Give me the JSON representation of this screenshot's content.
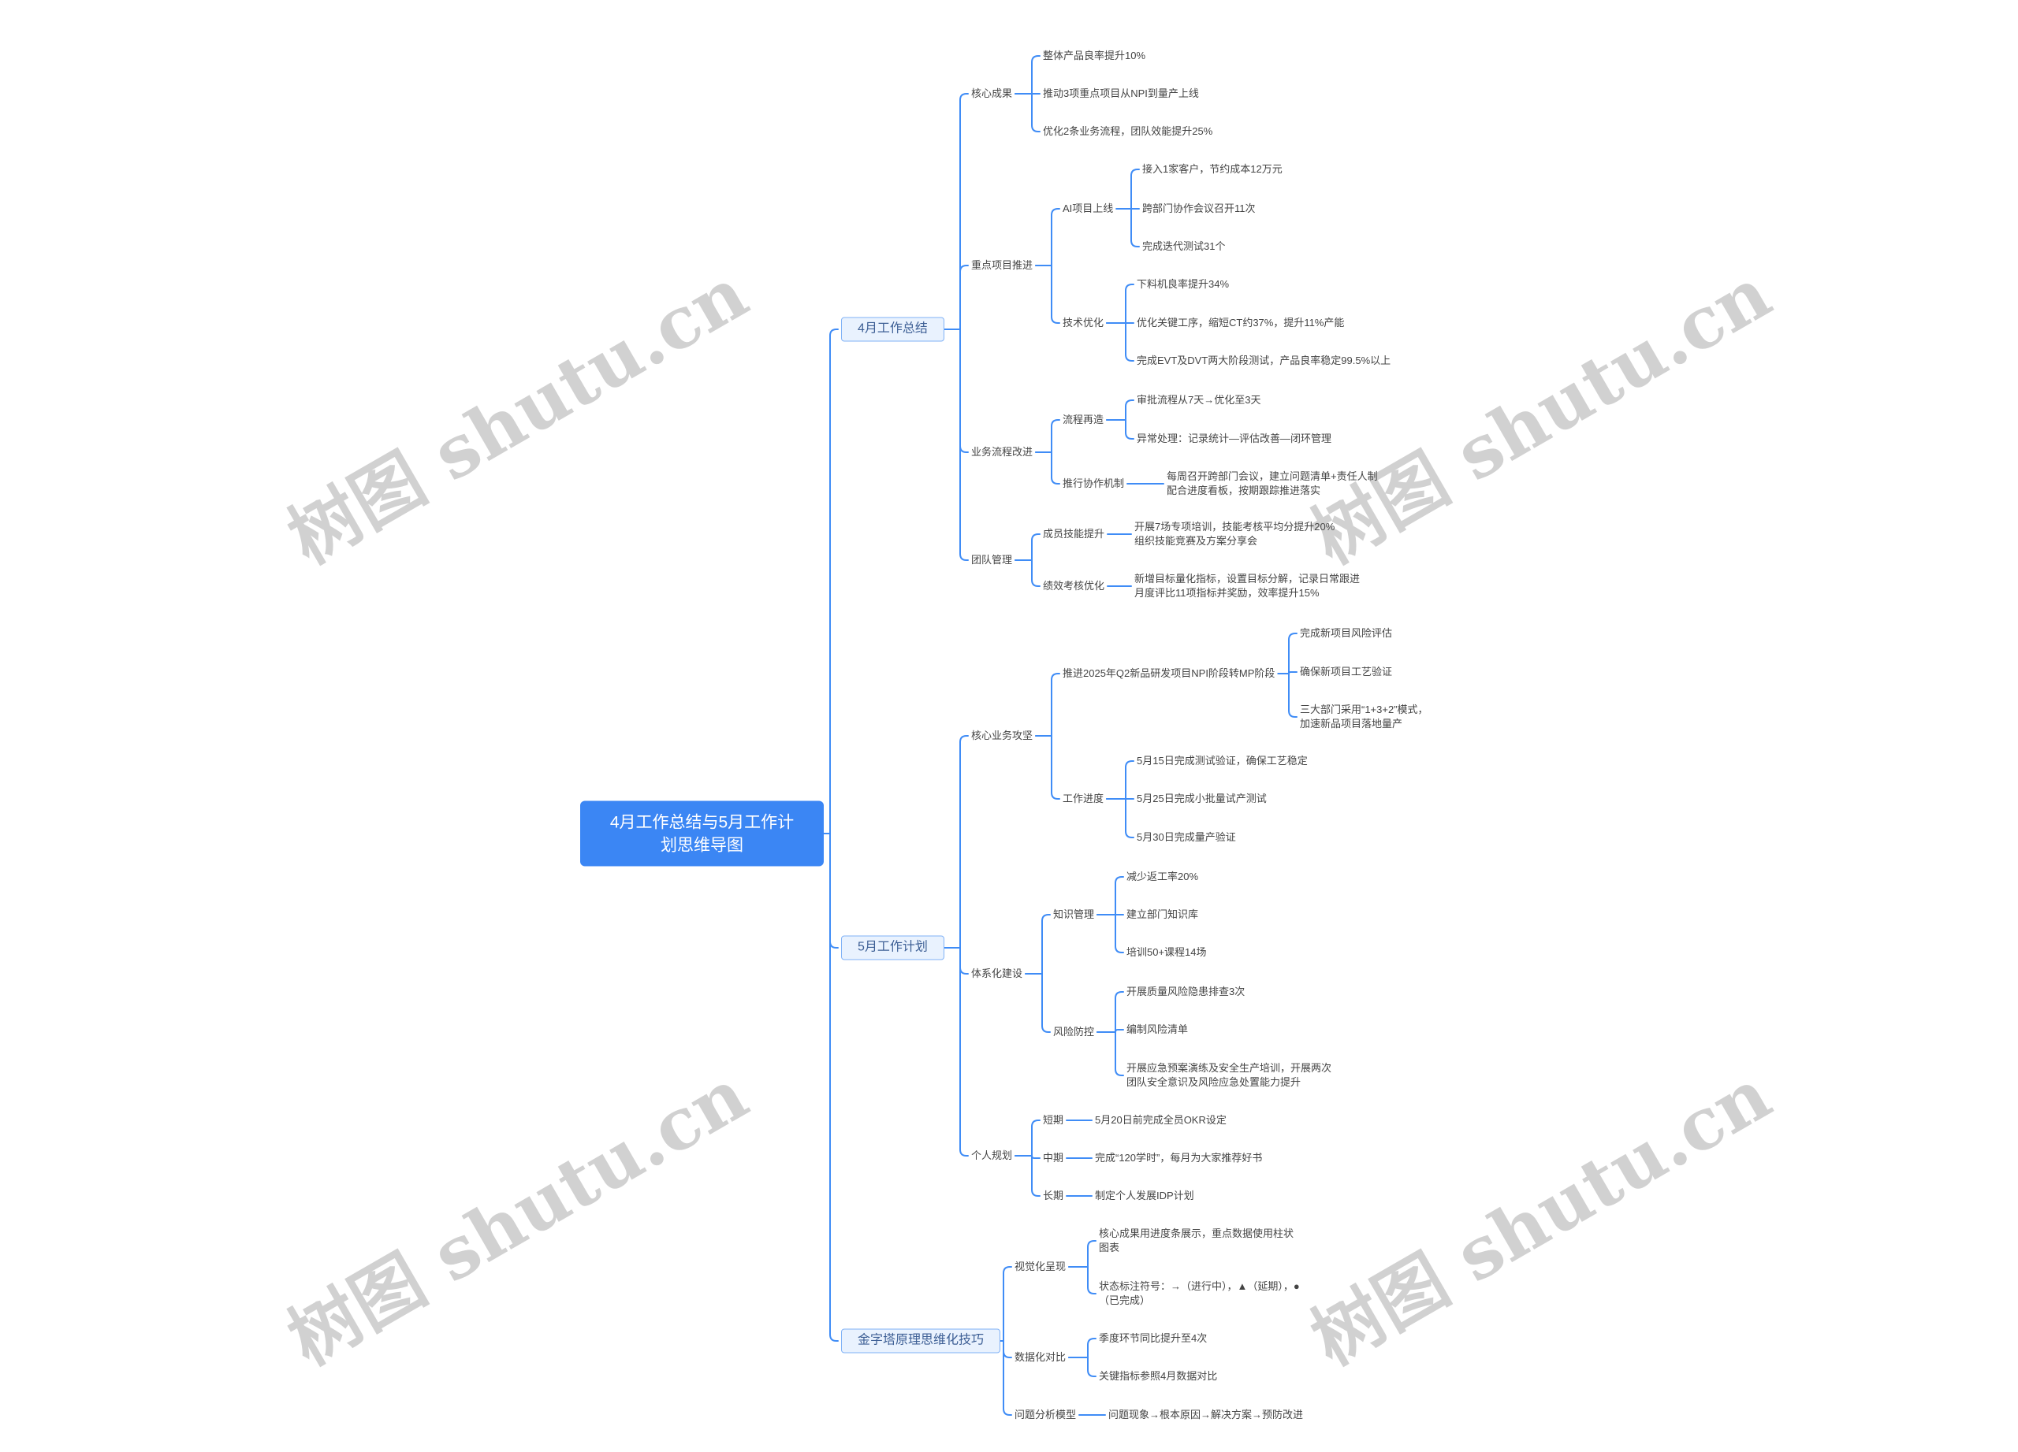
{
  "root": {
    "lines": [
      "4月工作总结与5月工作计",
      "划思维导图"
    ]
  },
  "branches": [
    {
      "label": "4月工作总结",
      "children": [
        {
          "label": "核心成果",
          "children": [
            {
              "label": "整体产品良率提升10%"
            },
            {
              "label": "推动3项重点项目从NPI到量产上线"
            },
            {
              "label": "优化2条业务流程，团队效能提升25%"
            }
          ]
        },
        {
          "label": "重点项目推进",
          "children": [
            {
              "label": "AI项目上线",
              "children": [
                {
                  "label": "接入1家客户，节约成本12万元"
                },
                {
                  "label": "跨部门协作会议召开11次"
                },
                {
                  "label": "完成迭代测试31个"
                }
              ]
            },
            {
              "label": "技术优化",
              "children": [
                {
                  "label": "下料机良率提升34%"
                },
                {
                  "label": "优化关键工序，缩短CT约37%，提升11%产能"
                },
                {
                  "label": "完成EVT及DVT两大阶段测试，产品良率稳定99.5%以上"
                }
              ]
            }
          ]
        },
        {
          "label": "业务流程改进",
          "children": [
            {
              "label": "流程再造",
              "children": [
                {
                  "label": "审批流程从7天→优化至3天"
                },
                {
                  "label": "异常处理：记录统计—评估改善—闭环管理"
                }
              ]
            },
            {
              "label": "推行协作机制",
              "children": [
                {
                  "lines": [
                    "每周召开跨部门会议，建立问题清单+责任人制",
                    "配合进度看板，按期跟踪推进落实"
                  ]
                }
              ]
            }
          ]
        },
        {
          "label": "团队管理",
          "children": [
            {
              "label": "成员技能提升",
              "children": [
                {
                  "lines": [
                    "开展7场专项培训，技能考核平均分提升20%",
                    "组织技能竞赛及方案分享会"
                  ]
                }
              ]
            },
            {
              "label": "绩效考核优化",
              "children": [
                {
                  "lines": [
                    "新增目标量化指标，设置目标分解，记录日常跟进",
                    "月度评比11项指标并奖励，效率提升15%"
                  ]
                }
              ]
            }
          ]
        }
      ]
    },
    {
      "label": "5月工作计划",
      "children": [
        {
          "label": "核心业务攻坚",
          "children": [
            {
              "label": "推进2025年Q2新品研发项目NPI阶段转MP阶段",
              "children": [
                {
                  "label": "完成新项目风险评估"
                },
                {
                  "label": "确保新项目工艺验证"
                },
                {
                  "lines": [
                    "三大部门采用“1+3+2”模式，",
                    "加速新品项目落地量产"
                  ]
                }
              ]
            },
            {
              "label": "工作进度",
              "children": [
                {
                  "label": "5月15日完成测试验证，确保工艺稳定"
                },
                {
                  "label": "5月25日完成小批量试产测试"
                },
                {
                  "label": "5月30日完成量产验证"
                }
              ]
            }
          ]
        },
        {
          "label": "体系化建设",
          "children": [
            {
              "label": "知识管理",
              "children": [
                {
                  "label": "减少返工率20%"
                },
                {
                  "label": "建立部门知识库"
                },
                {
                  "label": "培训50+课程14场"
                }
              ]
            },
            {
              "label": "风险防控",
              "children": [
                {
                  "label": "开展质量风险隐患排查3次"
                },
                {
                  "label": "编制风险清单"
                },
                {
                  "lines": [
                    "开展应急预案演练及安全生产培训，开展两次",
                    "团队安全意识及风险应急处置能力提升"
                  ]
                }
              ]
            }
          ]
        },
        {
          "label": "个人规划",
          "children": [
            {
              "label": "短期",
              "children": [
                {
                  "label": "5月20日前完成全员OKR设定"
                }
              ]
            },
            {
              "label": "中期",
              "children": [
                {
                  "label": "完成“120学时”，每月为大家推荐好书"
                }
              ]
            },
            {
              "label": "长期",
              "children": [
                {
                  "label": "制定个人发展IDP计划"
                }
              ]
            }
          ]
        }
      ]
    },
    {
      "label": "金字塔原理思维化技巧",
      "children": [
        {
          "label": "视觉化呈现",
          "children": [
            {
              "lines": [
                "核心成果用进度条展示，重点数据使用柱状",
                "图表"
              ]
            },
            {
              "lines": [
                "状态标注符号：→（进行中），▲（延期），●",
                "（已完成）"
              ]
            }
          ]
        },
        {
          "label": "数据化对比",
          "children": [
            {
              "label": "季度环节同比提升至4次"
            },
            {
              "label": "关键指标参照4月数据对比"
            }
          ]
        },
        {
          "label": "问题分析模型",
          "children": [
            {
              "label": "问题现象→根本原因→解决方案→预防改进"
            }
          ]
        }
      ]
    }
  ],
  "watermark": {
    "text": "树图 shutu.cn"
  },
  "colors": {
    "line": "#3f8cf6",
    "root_bg": "#3b86f4",
    "branch_bg": "#e9f2fe",
    "branch_border": "#80b2f6"
  }
}
